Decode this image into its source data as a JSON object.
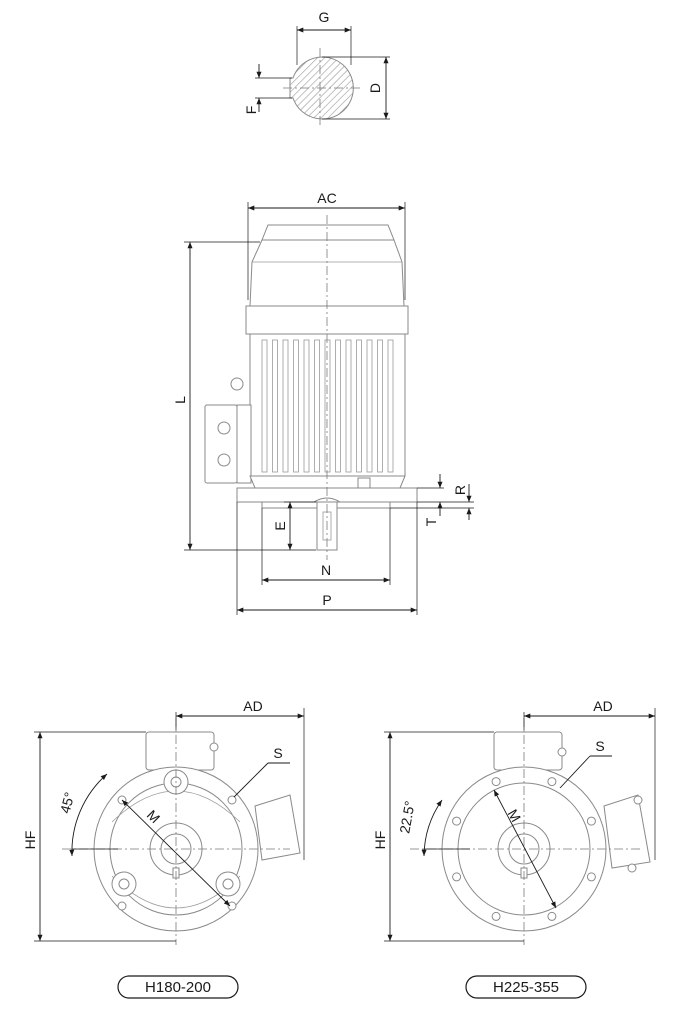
{
  "shaft_view": {
    "labels": {
      "width": "G",
      "diameter": "D",
      "key_offset": "F"
    }
  },
  "side_view": {
    "labels": {
      "body_width": "AC",
      "total_length": "L",
      "shaft_length": "E",
      "spigot_diameter": "N",
      "flange_diameter": "P",
      "spigot_height": "R",
      "flange_thickness": "T"
    }
  },
  "end_views": [
    {
      "frame_range": "H180-200",
      "labels": {
        "height": "HF",
        "terminal_box_offset": "AD",
        "hole": "S",
        "pitch_circle": "M",
        "hole_angle": "45°"
      }
    },
    {
      "frame_range": "H225-355",
      "labels": {
        "height": "HF",
        "terminal_box_offset": "AD",
        "hole": "S",
        "pitch_circle": "M",
        "hole_angle": "22.5°"
      }
    }
  ]
}
